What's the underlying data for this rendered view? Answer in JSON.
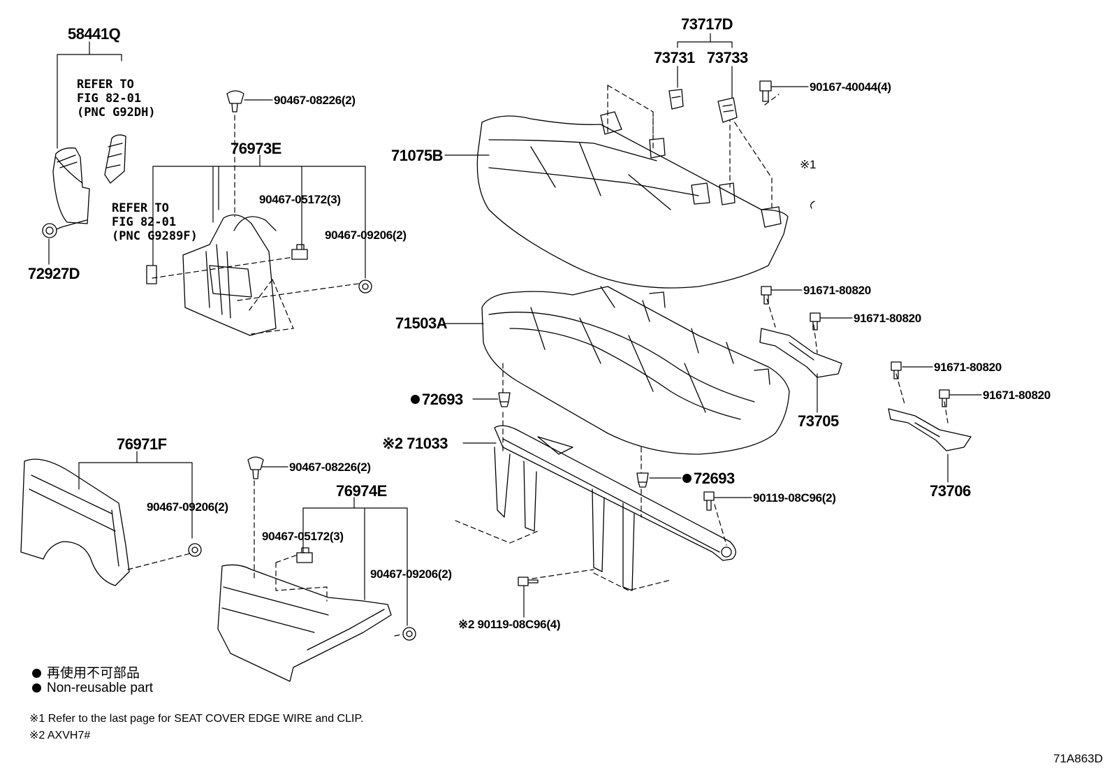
{
  "labels": {
    "p58441q": "58441Q",
    "p72927d": "72927D",
    "p76973e": "76973E",
    "p90467_08226_top": "90467-08226(2)",
    "p90467_05172_top": "90467-05172(3)",
    "p90467_09206_top": "90467-09206(2)",
    "p73717d": "73717D",
    "p73731": "73731",
    "p73733": "73733",
    "p90167_40044": "90167-40044(4)",
    "p71075b": "71075B",
    "mark1": "※1",
    "p71503a": "71503A",
    "p72693_left": "72693",
    "p72693_right": "72693",
    "p71033": "※2 71033",
    "p91671_a": "91671-80820",
    "p91671_b": "91671-80820",
    "p91671_c": "91671-80820",
    "p91671_d": "91671-80820",
    "p73705": "73705",
    "p73706": "73706",
    "p76971f": "76971F",
    "p90467_09206_left": "90467-09206(2)",
    "p90467_08226_bottom": "90467-08226(2)",
    "p76974e": "76974E",
    "p90467_05172_bottom": "90467-05172(3)",
    "p90467_09206_bottom": "90467-09206(2)",
    "p90119_08c96_2": "90119-08C96(2)",
    "p90119_08c96_4": "※2 90119-08C96(4)",
    "diagram_code": "71A863D"
  },
  "refs": {
    "ref_g92dh": "REFER TO\nFIG 82-01\n(PNC G92DH)",
    "ref_g9289f": "REFER TO\nFIG 82-01\n(PNC G9289F)"
  },
  "legend": {
    "ja": "再使用不可部品",
    "en": "Non-reusable part"
  },
  "notes": {
    "note1": "※1 Refer to the last page for SEAT COVER EDGE WIRE and CLIP.",
    "note2": "※2 AXVH7#"
  }
}
